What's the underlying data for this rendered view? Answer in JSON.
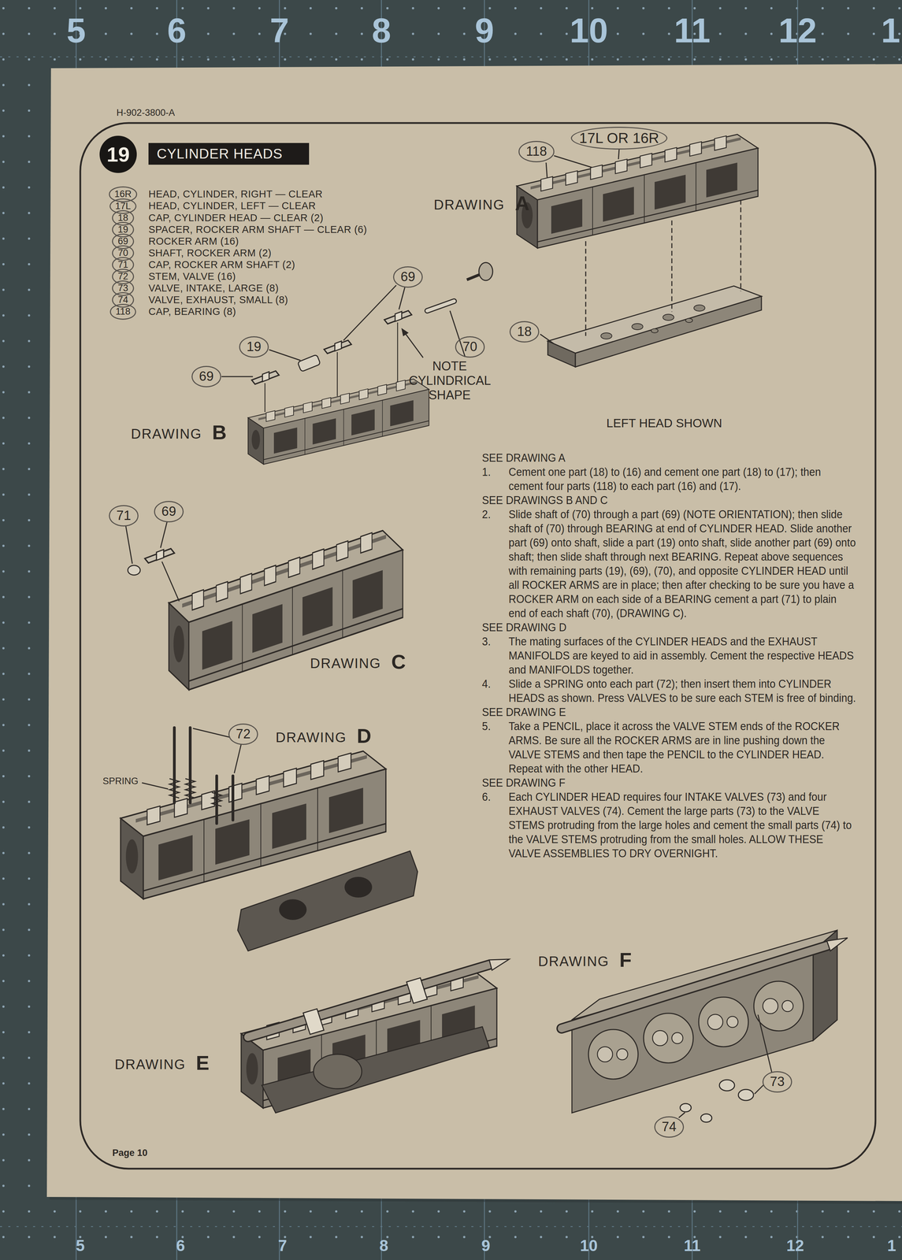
{
  "diagram": {
    "title": "CYLINDER HEADS",
    "nodes": [
      {
        "text": [
          "19"
        ]
      },
      {
        "text": [
          "16R"
        ]
      },
      {
        "text": [
          "17L"
        ]
      },
      {
        "text": [
          "18"
        ]
      },
      {
        "text": [
          "19"
        ]
      },
      {
        "text": [
          "69"
        ]
      },
      {
        "text": [
          "70"
        ]
      },
      {
        "text": [
          "71"
        ]
      },
      {
        "text": [
          "72"
        ]
      },
      {
        "text": [
          "73"
        ]
      },
      {
        "text": [
          "74"
        ]
      },
      {
        "text": [
          "118"
        ]
      },
      {
        "text": [
          "17L OR 16R"
        ]
      },
      {
        "text": [
          "118"
        ]
      },
      {
        "text": [
          "18"
        ]
      },
      {
        "text": [
          "69"
        ]
      },
      {
        "text": [
          "19"
        ]
      },
      {
        "text": [
          "70"
        ]
      },
      {
        "text": [
          "69"
        ]
      },
      {
        "text": [
          "71"
        ]
      },
      {
        "text": [
          "69"
        ]
      },
      {
        "text": [
          "72"
        ]
      },
      {
        "text": [
          "73"
        ]
      },
      {
        "text": [
          "74"
        ]
      }
    ],
    "labels": [
      "5",
      "6",
      "7",
      "8",
      "9",
      "10",
      "11",
      "12",
      "1",
      "5",
      "6",
      "7",
      "8",
      "9",
      "10",
      "11",
      "12",
      "1",
      "H-902-3800-A",
      "HEAD, CYLINDER, RIGHT — CLEAR",
      "HEAD, CYLINDER, LEFT — CLEAR",
      "CAP, CYLINDER HEAD — CLEAR (2)",
      "SPACER, ROCKER ARM SHAFT — CLEAR (6)",
      "ROCKER ARM (16)",
      "SHAFT, ROCKER ARM (2)",
      "CAP, ROCKER ARM SHAFT (2)",
      "STEM, VALVE (16)",
      "VALVE, INTAKE, LARGE (8)",
      "VALVE, EXHAUST, SMALL (8)",
      "CAP, BEARING (8)",
      "DRAWING",
      "A",
      "NOTE CYLINDRICAL SHAPE",
      "DRAWING",
      "B",
      "LEFT HEAD SHOWN",
      "DRAWING",
      "C",
      "DRAWING",
      "D",
      "SPRING",
      "DRAWING",
      "E",
      "DRAWING",
      "F",
      "SEE DRAWING A",
      "1.",
      "Cement one part (18) to (16) and cement one part (18) to (17); then cement four parts (118) to each part (16) and (17).",
      "SEE DRAWINGS B AND C",
      "2.",
      "Slide shaft of (70) through a part (69) (NOTE ORIENTATION); then slide shaft of (70) through BEARING at end of CYLINDER HEAD. Slide another part (69) onto shaft, slide a part (19) onto shaft, slide another part (69) onto shaft; then slide shaft through next BEARING. Repeat above sequences with remaining parts (19), (69), (70), and opposite CYLINDER HEAD until all ROCKER ARMS are in place; then after checking to be sure you have a ROCKER ARM on each side of a BEARING cement a part (71) to plain end of each shaft (70), (DRAWING C).",
      "SEE DRAWING D",
      "3.",
      "The mating surfaces of the CYLINDER HEADS and the EXHAUST MANIFOLDS are keyed to aid in assembly. Cement the respective HEADS and MANIFOLDS together.",
      "4.",
      "Slide a SPRING onto each part (72); then insert them into CYLINDER HEADS as shown. Press VALVES to be sure each STEM is free of binding.",
      "SEE DRAWING E",
      "5.",
      "Take a PENCIL, place it across the VALVE STEM ends of the ROCKER ARMS. Be sure all the ROCKER ARMS are in line pushing down the VALVE STEMS and then tape the PENCIL to the CYLINDER HEAD. Repeat with the other HEAD.",
      "SEE DRAWING F",
      "6.",
      "Each CYLINDER HEAD requires four INTAKE VALVES (73) and four EXHAUST VALVES (74). Cement the large parts (73) to the VALVE STEMS protruding from the large holes and cement the small parts (74) to the VALVE STEMS protruding from the small holes. ALLOW THESE VALVE ASSEMBLIES TO DRY OVERNIGHT.",
      "Page 10"
    ]
  }
}
